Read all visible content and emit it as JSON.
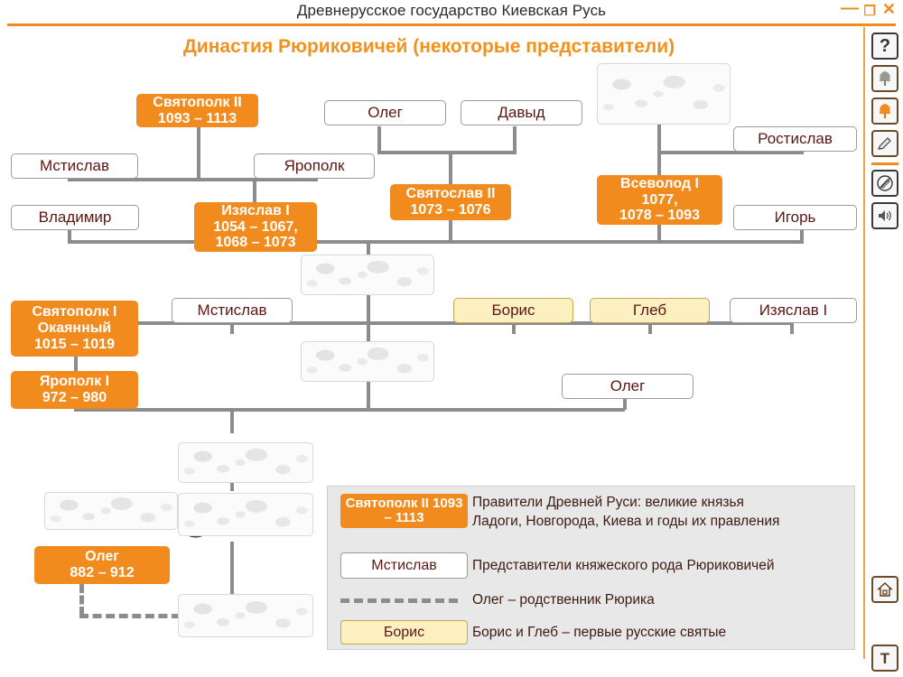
{
  "window": {
    "title": "Древнерусское государство Киевская Русь",
    "minimize": "—",
    "maximize": "❐",
    "close": "✕"
  },
  "toolbar": {
    "items": [
      {
        "name": "help-icon",
        "glyph": "?",
        "style": "gray"
      },
      {
        "name": "gray-tree-icon",
        "glyph": "tree",
        "style": "brown"
      },
      {
        "name": "orange-tree-icon",
        "glyph": "tree-orange",
        "style": "brown"
      },
      {
        "name": "pencil-icon",
        "glyph": "pencil",
        "style": "brown"
      },
      {
        "name": "no-pencil-icon",
        "glyph": "pencil-disabled",
        "style": "gray"
      },
      {
        "name": "speaker-icon",
        "glyph": "speaker",
        "style": "gray"
      },
      {
        "name": "home-icon",
        "glyph": "home",
        "style": "brown"
      },
      {
        "name": "text-tool-icon",
        "glyph": "T",
        "style": "brown"
      }
    ]
  },
  "diagram": {
    "title": "Династия Рюриковичей (некоторые представители)",
    "nodes": [
      {
        "id": "n_svyatopolk2",
        "label": "Святополк II\n1093 – 1113",
        "kind": "orange"
      },
      {
        "id": "n_mstislav_top",
        "label": "Мстислав",
        "kind": "white"
      },
      {
        "id": "n_yaropolk_top",
        "label": "Ярополк",
        "kind": "white"
      },
      {
        "id": "n_oleg_top",
        "label": "Олег",
        "kind": "white"
      },
      {
        "id": "n_davyd",
        "label": "Давыд",
        "kind": "white"
      },
      {
        "id": "n_blank_top",
        "label": "",
        "kind": "blank"
      },
      {
        "id": "n_rostislav",
        "label": "Ростислав",
        "kind": "white"
      },
      {
        "id": "n_izyaslav1",
        "label": "Изяслав I\n1054 – 1067,\n1068 – 1073",
        "kind": "orange"
      },
      {
        "id": "n_svyatoslav2",
        "label": "Святослав II\n1073 – 1076",
        "kind": "orange"
      },
      {
        "id": "n_vsevolod1",
        "label": "Всеволод I\n1077,\n1078 – 1093",
        "kind": "orange"
      },
      {
        "id": "n_vladimir",
        "label": "Владимир",
        "kind": "white"
      },
      {
        "id": "n_igor",
        "label": "Игорь",
        "kind": "white"
      },
      {
        "id": "n_blank_mid",
        "label": "",
        "kind": "blank"
      },
      {
        "id": "n_mstislav_mid",
        "label": "Мстислав",
        "kind": "white"
      },
      {
        "id": "n_boris",
        "label": "Борис",
        "kind": "cream"
      },
      {
        "id": "n_gleb",
        "label": "Глеб",
        "kind": "cream"
      },
      {
        "id": "n_izyaslav1b",
        "label": "Изяслав I",
        "kind": "white"
      },
      {
        "id": "n_svyatopolk1",
        "label": "Святополк I\nОкаянный\n1015 – 1019",
        "kind": "orange"
      },
      {
        "id": "n_yaropolk1",
        "label": "Ярополк I\n972 – 980",
        "kind": "orange"
      },
      {
        "id": "n_blank_mid2",
        "label": "",
        "kind": "blank"
      },
      {
        "id": "n_oleg_right",
        "label": "Олег",
        "kind": "white"
      },
      {
        "id": "n_blank_b1",
        "label": "",
        "kind": "blank"
      },
      {
        "id": "n_blank_b2",
        "label": "",
        "kind": "blank"
      },
      {
        "id": "n_blank_b3",
        "label": "",
        "kind": "blank"
      },
      {
        "id": "n_blank_left",
        "label": "",
        "kind": "blank"
      },
      {
        "id": "n_oleg_882",
        "label": "Олег\n882 – 912",
        "kind": "orange"
      }
    ]
  },
  "legend": {
    "rows": [
      {
        "key": "Святополк II\n1093 – 1113",
        "key_kind": "orange",
        "text": "Правители Древней Руси: великие князья\nЛадоги, Новгорода, Киева и годы их правления"
      },
      {
        "key": "Мстислав",
        "key_kind": "white",
        "text": "Представители княжеского рода Рюриковичей"
      },
      {
        "key": "",
        "key_kind": "dashed",
        "text": "Олег – родственник Рюрика"
      },
      {
        "key": "Борис",
        "key_kind": "cream",
        "text": "Борис и Глеб – первые русские святые"
      }
    ]
  },
  "colors": {
    "accent_orange": "#F28B1E",
    "line_gray": "#8c8c8c",
    "cream": "#FCEFC0",
    "text_dark_red": "#5a1712"
  }
}
